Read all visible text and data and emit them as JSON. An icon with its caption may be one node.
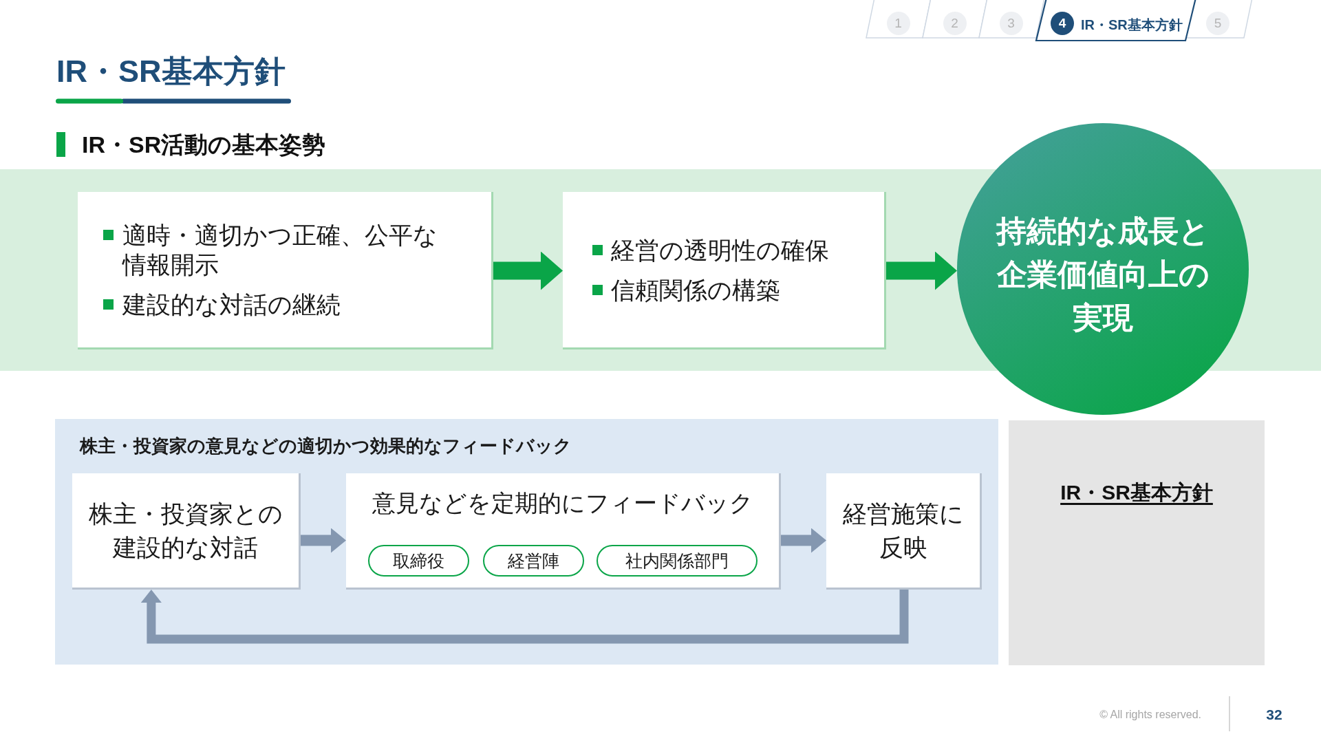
{
  "diagram": {
    "title": "IR・SR基本方針",
    "nodes": [
      {
        "text": [
          "適時・適切かつ正確、公平な情報開示",
          "建設的な対話の継続"
        ]
      },
      {
        "text": [
          "経営の透明性の確保",
          "信頼関係の構築"
        ]
      },
      {
        "text": [
          "持続的な成長と企業価値向上の実現"
        ]
      },
      {
        "text": [
          "株主・投資家の意見などの適切かつ効果的なフィードバック"
        ]
      },
      {
        "text": [
          "株主・投資家との建設的な対話"
        ],
        "in": 3
      },
      {
        "text": [
          "意見などを定期的にフィードバック"
        ],
        "in": 3
      },
      {
        "text": [
          "取締役"
        ],
        "in": 5
      },
      {
        "text": [
          "経営陣"
        ],
        "in": 5
      },
      {
        "text": [
          "社内関係部門"
        ],
        "in": 5
      },
      {
        "text": [
          "経営施策に反映"
        ],
        "in": 3
      },
      {
        "text": [
          "IR・SR基本方針"
        ]
      }
    ],
    "edges": [
      {
        "from": 0,
        "to": 1,
        "arrow": "to",
        "color": "#0aa548"
      },
      {
        "from": 1,
        "to": 2,
        "arrow": "to",
        "color": "#0aa548"
      },
      {
        "from": 4,
        "to": 5,
        "arrow": "to"
      },
      {
        "from": 5,
        "to": 9,
        "arrow": "to"
      },
      {
        "from": 9,
        "to": 4,
        "arrow": "to"
      }
    ],
    "labels": [
      "1",
      "2",
      "3",
      "4",
      "IR・SR基本方針",
      "5",
      "IR・SR活動の基本姿勢",
      "© All rights reserved.",
      "32"
    ]
  }
}
